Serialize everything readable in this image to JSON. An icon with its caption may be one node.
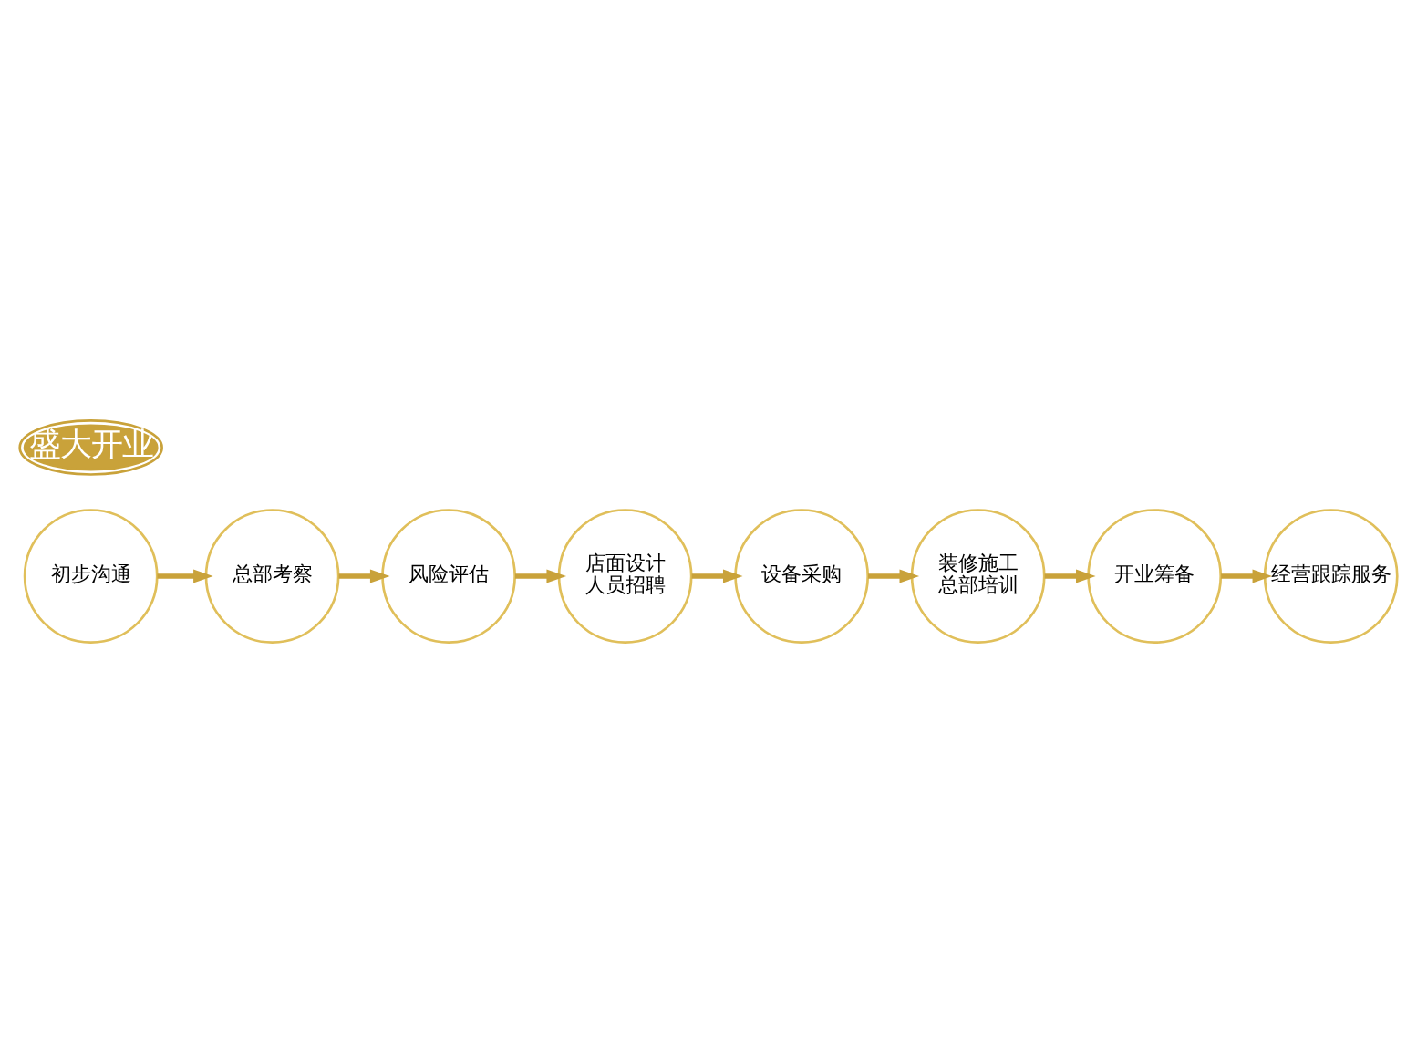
{
  "diagram": {
    "nodes": [
      {
        "text": [
          "初步沟通"
        ]
      },
      {
        "text": [
          "总部考察"
        ]
      },
      {
        "text": [
          "风险评估"
        ]
      },
      {
        "text": [
          "店面设计",
          "人员招聘"
        ]
      },
      {
        "text": [
          "设备采购"
        ]
      },
      {
        "text": [
          "装修施工",
          "总部培训"
        ]
      },
      {
        "text": [
          "开业筹备"
        ]
      },
      {
        "text": [
          "经营跟踪服务"
        ]
      },
      {
        "text": [
          "盛大开业"
        ]
      }
    ],
    "edges": [
      {
        "from": 0,
        "to": 1,
        "arrow": "to"
      },
      {
        "from": 1,
        "to": 2,
        "arrow": "to"
      },
      {
        "from": 2,
        "to": 3,
        "arrow": "to"
      },
      {
        "from": 3,
        "to": 4,
        "arrow": "to"
      },
      {
        "from": 4,
        "to": 5,
        "arrow": "to"
      },
      {
        "from": 5,
        "to": 6,
        "arrow": "to"
      },
      {
        "from": 6,
        "to": 7,
        "arrow": "to"
      }
    ]
  }
}
